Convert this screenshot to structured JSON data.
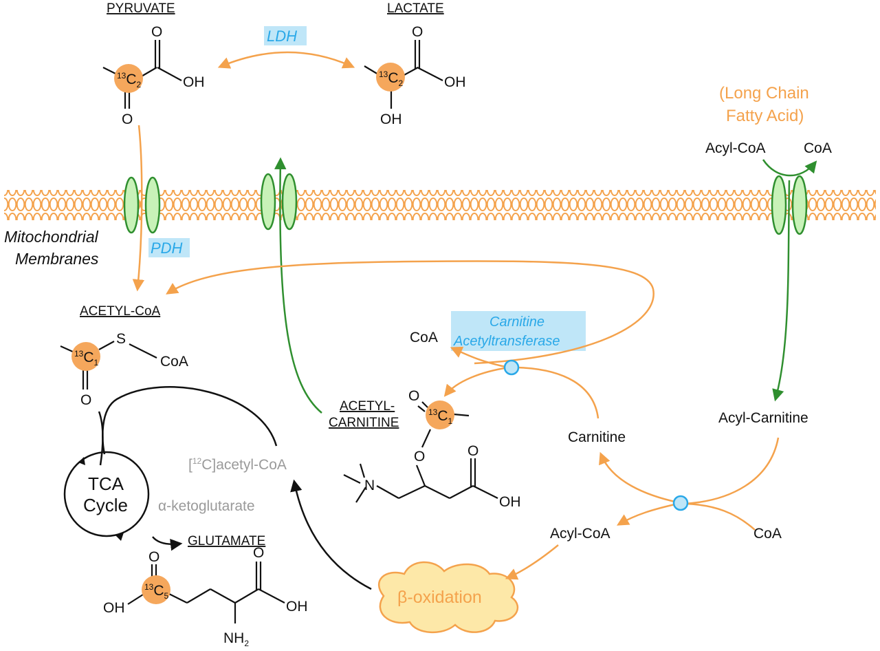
{
  "colors": {
    "orange": "#f4a24c",
    "carbon_fill": "#f5a75c",
    "green": "#2f8f2f",
    "channel_fill": "#c8f2b8",
    "blue": "#29a8e8",
    "enzyme_bg": "#bfe6f8",
    "grey_text": "#9a9a9a",
    "black": "#111111"
  },
  "titles": {
    "pyruvate": "PYRUVATE",
    "lactate": "LACTATE",
    "acetyl_coa": "ACETYL-CoA",
    "acetyl_carnitine_1": "ACETYL-",
    "acetyl_carnitine_2": "CARNITINE",
    "glutamate": "GLUTAMATE"
  },
  "enzymes": {
    "ldh": "LDH",
    "pdh": "PDH",
    "cat_1": "Carnitine",
    "cat_2": "Acetyltransferase"
  },
  "membrane": {
    "label_1": "Mitochondrial",
    "label_2": "Membranes"
  },
  "fatty_acid": {
    "line_1": "(Long Chain",
    "line_2": "Fatty Acid)"
  },
  "metabolites": {
    "acyl_coa_top": "Acyl-CoA",
    "coa_top": "CoA",
    "coa_cat": "CoA",
    "acyl_carnitine": "Acyl-Carnitine",
    "carnitine": "Carnitine",
    "acyl_coa_bottom": "Acyl-CoA",
    "coa_bottom": "CoA",
    "acetyl_coa_12c": "[12C]acetyl-CoA",
    "akg": "α-ketoglutarate",
    "beta_oxidation": "β-oxidation",
    "tca_1": "TCA",
    "tca_2": "Cycle"
  },
  "atoms": {
    "O": "O",
    "OH": "OH",
    "S": "S",
    "CoA": "CoA",
    "N": "N",
    "NH": "NH",
    "C": "C",
    "two": "2",
    "thirteen": "13",
    "twelve": "12",
    "one": "1",
    "five": "5"
  }
}
